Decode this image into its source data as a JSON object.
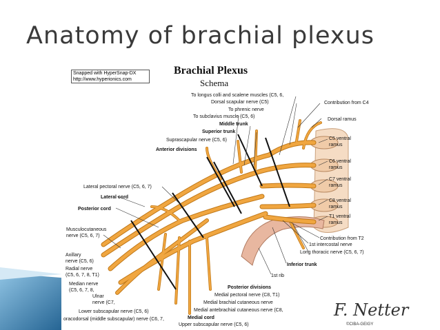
{
  "slide": {
    "title": "Anatomy of brachial plexus"
  },
  "figure": {
    "snap_line1": "Snapped with HyperSnap-DX",
    "snap_line2": "http://www.hyperionics.com",
    "heading": "Brachial Plexus",
    "subheading": "Schema",
    "signature": "F. Netter",
    "signature_sub": "©CIBA-GEIGY"
  },
  "labels": {
    "longus_colli": "To longus colli and scalene muscles (C5, 6,",
    "dorsal_scapular": "Dorsal scapular nerve (C5)",
    "phrenic": "To phrenic nerve",
    "subclavius": "To subclavius muscle (C5, 6)",
    "middle_trunk": "Middle trunk",
    "superior_trunk": "Superior trunk",
    "suprascapular": "Suprascapular nerve (C5, 6)",
    "anterior_divisions": "Anterior divisions",
    "contribution_c4": "Contribution from C4",
    "dorsal_ramus": "Dorsal ramus",
    "c5_ventral": "C5 ventral",
    "c6_ventral": "C6 ventral",
    "c7_ventral": "C7 ventral",
    "c8_ventral": "C8 ventral",
    "t1_ventral": "T1 ventral",
    "ramus": "ramus",
    "contribution_t2": "Contribution from T2",
    "first_intercostal": "1st intercostal nerve",
    "long_thoracic": "Long thoracic nerve (C5, 6, 7)",
    "lateral_pectoral": "Lateral pectoral nerve (C5, 6, 7)",
    "lateral_cord": "Lateral cord",
    "posterior_cord": "Posterior cord",
    "musculocutaneous_1": "Musculocutaneous",
    "musculocutaneous_2": "nerve (C5, 6, 7)",
    "axillary_1": "Axillary",
    "axillary_2": "nerve (C5, 6)",
    "radial_1": "Radial nerve",
    "radial_2": "(C5, 6, 7, 8, T1)",
    "median_1": "Median nerve",
    "median_2": "(C5, 6, 7, 8,",
    "ulnar_1": "Ulnar",
    "ulnar_2": "nerve (C7,",
    "lower_subscapular": "Lower subscapular nerve (C5, 6)",
    "thoracodorsal": "oracodorsal (middle subscapular) nerve (C6, 7,",
    "medial_cord": "Medial cord",
    "upper_subscapular": "Upper subscapular nerve (C5, 6)",
    "posterior_divisions": "Posterior divisions",
    "medial_pectoral": "Medial pectoral nerve (C8, T1)",
    "medial_brachial": "Medial brachial cutaneous nerve",
    "medial_antebrachial": "Medial antebrachial cutaneous nerve (C8,",
    "inferior_trunk": "Inferior trunk",
    "first_rib": "1st rib"
  },
  "colors": {
    "nerve": "#f0a640",
    "nerve_edge": "#c07818",
    "vertebra": "#f3d2b6",
    "rib": "#e8b7a0",
    "accent_blue": "#2f7fb5"
  }
}
